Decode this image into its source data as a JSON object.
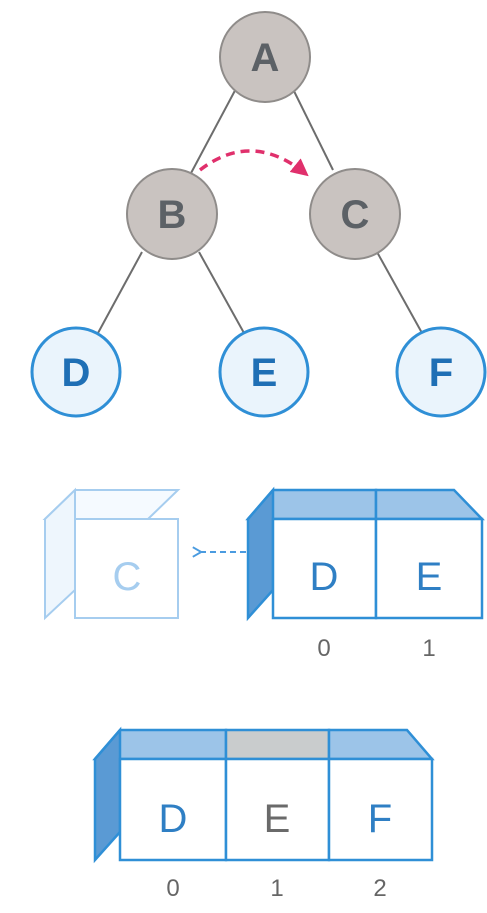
{
  "tree": {
    "nodes": [
      {
        "id": "A",
        "label": "A",
        "style": "visited"
      },
      {
        "id": "B",
        "label": "B",
        "style": "visited"
      },
      {
        "id": "C",
        "label": "C",
        "style": "visited"
      },
      {
        "id": "D",
        "label": "D",
        "style": "queued"
      },
      {
        "id": "E",
        "label": "E",
        "style": "queued"
      },
      {
        "id": "F",
        "label": "F",
        "style": "queued"
      }
    ],
    "edges": [
      [
        "A",
        "B"
      ],
      [
        "A",
        "C"
      ],
      [
        "B",
        "D"
      ],
      [
        "B",
        "E"
      ],
      [
        "C",
        "F"
      ]
    ],
    "traversal_arrow": {
      "from": "B",
      "to": "C"
    }
  },
  "queue_step_1": {
    "dequeued": "C",
    "cells": [
      "D",
      "E"
    ],
    "indices": [
      "0",
      "1"
    ]
  },
  "queue_step_2": {
    "cells": [
      "D",
      "E",
      "F"
    ],
    "indices": [
      "0",
      "1",
      "2"
    ],
    "highlight_index": 1
  },
  "colors": {
    "visited_fill": "#c9c3c0",
    "visited_stroke": "#8f8c8a",
    "visited_text": "#5c6166",
    "queued_fill": "#eaf4fc",
    "queued_stroke": "#2f8fd6",
    "queued_text": "#1f6fb5",
    "edge": "#6d6d6d",
    "arrow": "#e0306c",
    "cube_stroke": "#2f8fd6",
    "cube_side": "#5a9ad4",
    "cube_top": "#9cc4e8",
    "cube_text": "#2f7fc4",
    "ghost_stroke": "#a6cdef",
    "ghost_text": "#a6cdef",
    "gray_top": "#c9cccd",
    "gray_text": "#6a6a6a",
    "index_text": "#666666"
  }
}
